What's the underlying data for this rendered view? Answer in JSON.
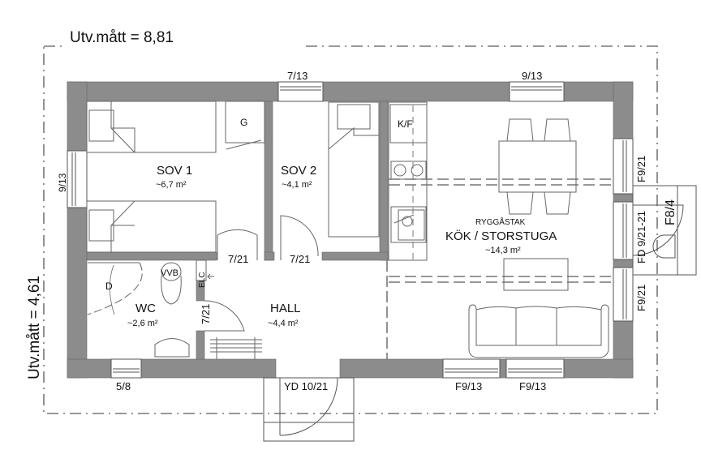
{
  "dimensions": {
    "outer_width": "Utv.mått = 8,81",
    "outer_depth": "Utv.mått = 4,61"
  },
  "rooms": [
    {
      "id": "sov1",
      "name": "SOV 1",
      "area": "~6,7 m²"
    },
    {
      "id": "sov2",
      "name": "SOV 2",
      "area": "~4,1 m²"
    },
    {
      "id": "kok",
      "note": "RYGGÅSTAK",
      "name": "KÖK / STORSTUGA",
      "area": "~14,3 m²"
    },
    {
      "id": "wc",
      "name": "WC",
      "area": "~2,6 m²"
    },
    {
      "id": "hall",
      "name": "HALL",
      "area": "~4,4 m²"
    }
  ],
  "windows": {
    "top_left": "7/13",
    "top_right": "9/13",
    "left": "9/13",
    "bottom_left": "5/8",
    "bottom_mid1": "F9/13",
    "bottom_mid2": "F9/13",
    "right_top": "F9/21",
    "right_bottom": "F9/21"
  },
  "doors": {
    "sov1": "7/21",
    "sov2": "7/21",
    "wc": "7/21",
    "entrance": "YD 10/21",
    "patio": "FD 9/21-21",
    "deck": "F8/4"
  },
  "fixtures": {
    "wardrobe": "G",
    "fridge_freezer": "K/F",
    "shower": "D",
    "toilet": "WC",
    "toilet_label": "VVB",
    "electrical": "ELC"
  },
  "colors": {
    "wall": "#8c8c8c",
    "line": "#555555",
    "dash": "#777777"
  }
}
